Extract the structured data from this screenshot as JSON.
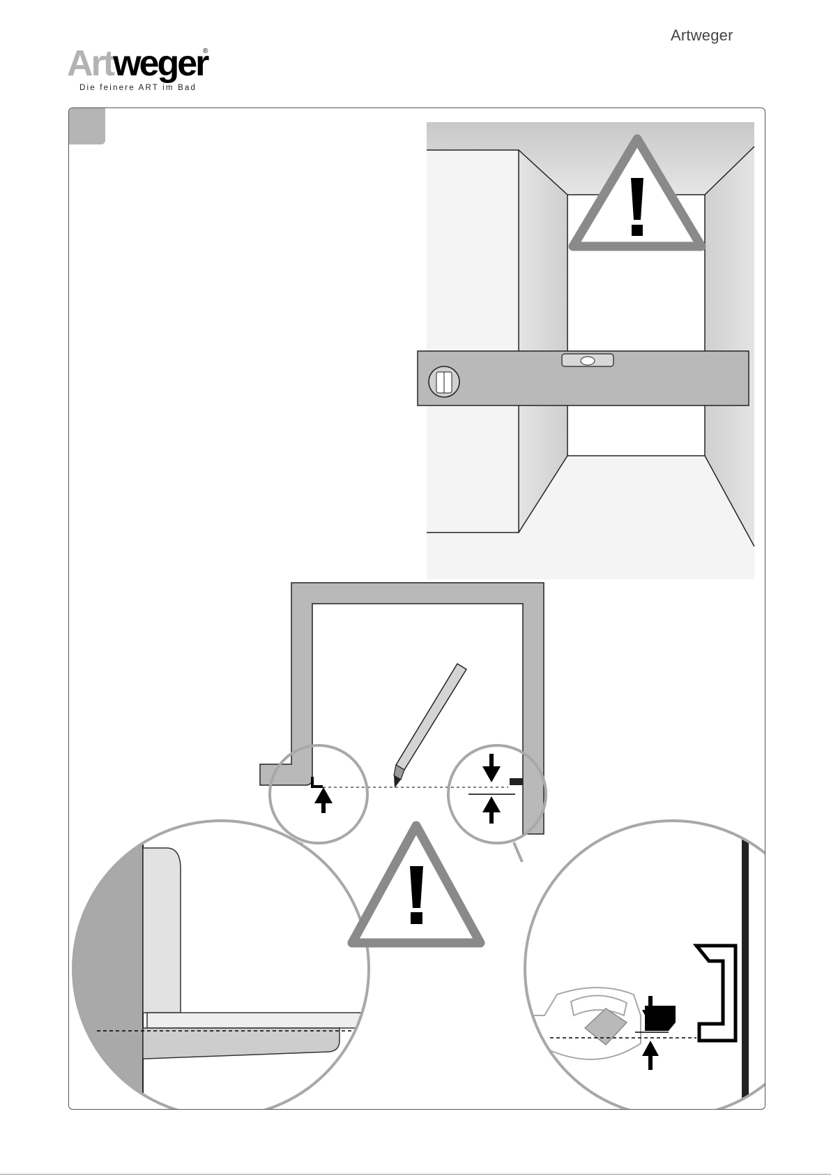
{
  "header": {
    "brand_name": "Artweger",
    "logo": {
      "word_light": "Art",
      "word_dark": "weger",
      "registered_mark": "®",
      "tagline": "Die feinere ART im Bad"
    }
  },
  "colors": {
    "panel_border": "#555555",
    "step_badge": "#b5b5b5",
    "wall_fill": "#d9d9d9",
    "level_fill": "#b9b9b9",
    "warning_border": "#888888",
    "circle_stroke": "#a8a8a8"
  },
  "illustrations": [
    {
      "name": "shower-niche-with-spirit-level",
      "icons": [
        "warning-icon",
        "spirit-level-icon"
      ]
    },
    {
      "name": "shower-base-marking",
      "icons": [
        "pen-icon",
        "arrow-up-icon",
        "arrow-down-icon"
      ]
    },
    {
      "name": "detail-wall-profile",
      "icons": [
        "warning-icon"
      ]
    },
    {
      "name": "detail-seal-profile",
      "icons": [
        "arrow-down-icon",
        "arrow-up-icon"
      ]
    }
  ]
}
